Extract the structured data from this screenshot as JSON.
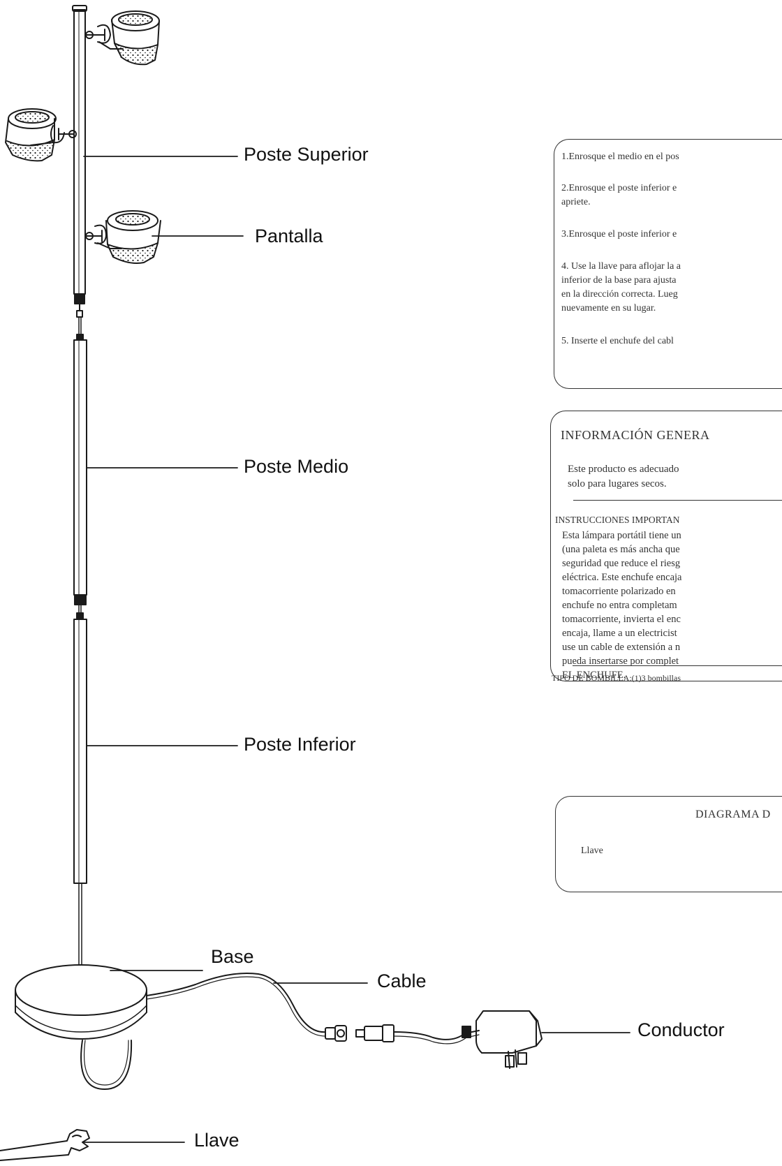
{
  "labels": {
    "poste_superior": "Poste Superior",
    "pantalla": "Pantalla",
    "poste_medio": "Poste Medio",
    "poste_inferior": "Poste Inferior",
    "base": "Base",
    "cable": "Cable",
    "conductor": "Conductor",
    "llave": "Llave"
  },
  "steps_box": {
    "lines": [
      "1.Enrosque el medio en el pos",
      "2.Enrosque el poste inferior e",
      "apriete.",
      "3.Enrosque el poste inferior e",
      "4. Use la llave para aflojar la a",
      "inferior de la base para ajusta",
      "en la dirección correcta. Lueg",
      "nuevamente en su lugar.",
      "5.  Inserte el enchufe del cabl"
    ]
  },
  "info_box": {
    "title": "INFORMACIÓN GENERA",
    "body_lines": [
      "Este producto es adecuado",
      "solo para lugares secos."
    ],
    "important_title": "INSTRUCCIONES IMPORTAN",
    "important_lines": [
      "Esta lámpara portátil tiene un",
      "(una paleta es más ancha que",
      "seguridad que reduce el riesg",
      "eléctrica. Este enchufe encaja",
      "tomacorriente polarizado en",
      "enchufe no entra completam",
      "tomacorriente, invierta el enc",
      "encaja,  llame a un electricist",
      "use un cable de extensión a n",
      "pueda insertarse por complet",
      "EL ENCHUFE."
    ],
    "bulb_type": "TIPO DE BOMBILLA:(1)3 bombillas"
  },
  "parts_box": {
    "title": "DIAGRAMA D",
    "key_label": "Llave"
  }
}
